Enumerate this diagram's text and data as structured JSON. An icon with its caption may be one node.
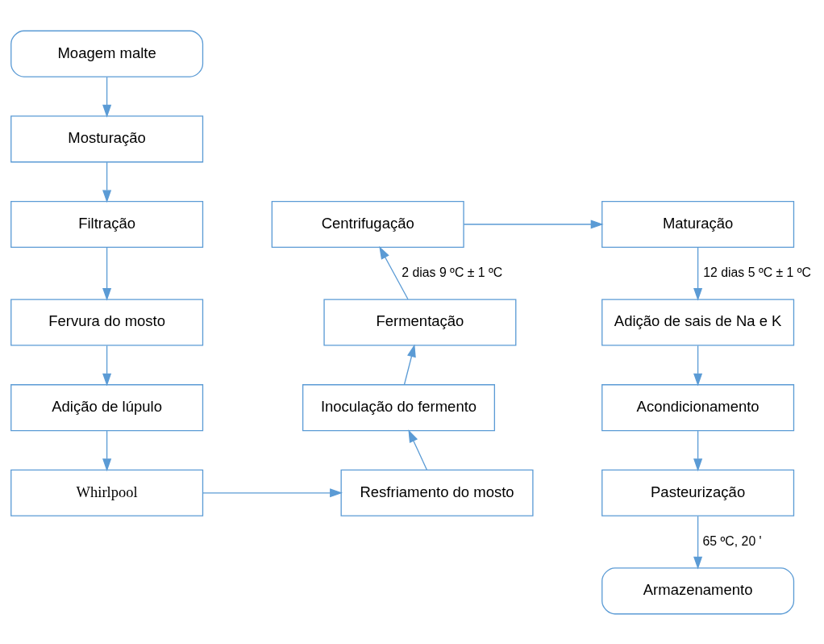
{
  "diagram": {
    "nodes": [
      {
        "text": [
          "Moagem malte"
        ]
      },
      {
        "text": [
          "Mosturação"
        ]
      },
      {
        "text": [
          "Filtração"
        ]
      },
      {
        "text": [
          "Fervura do mosto"
        ]
      },
      {
        "text": [
          "Adição de lúpulo"
        ]
      },
      {
        "text": [
          "Whirlpool"
        ]
      },
      {
        "text": [
          "Resfriamento do mosto"
        ]
      },
      {
        "text": [
          "Inoculação do fermento"
        ]
      },
      {
        "text": [
          "Fermentação"
        ]
      },
      {
        "text": [
          "Centrifugação"
        ]
      },
      {
        "text": [
          "Maturação"
        ]
      },
      {
        "text": [
          "Adição de sais de Na e K"
        ]
      },
      {
        "text": [
          "Acondicionamento"
        ]
      },
      {
        "text": [
          "Pasteurização"
        ]
      },
      {
        "text": [
          "Armazenamento"
        ]
      }
    ],
    "edges": [
      {
        "from": 0,
        "to": 1,
        "arrow": "to"
      },
      {
        "from": 1,
        "to": 2,
        "arrow": "to"
      },
      {
        "from": 2,
        "to": 3,
        "arrow": "to"
      },
      {
        "from": 3,
        "to": 4,
        "arrow": "to"
      },
      {
        "from": 4,
        "to": 5,
        "arrow": "to"
      },
      {
        "from": 5,
        "to": 6,
        "arrow": "to"
      },
      {
        "from": 6,
        "to": 7,
        "arrow": "to"
      },
      {
        "from": 7,
        "to": 8,
        "arrow": "to"
      },
      {
        "from": 8,
        "to": 9,
        "arrow": "to",
        "label": "2 dias 9 ºC ± 1 ºC"
      },
      {
        "from": 9,
        "to": 10,
        "arrow": "to"
      },
      {
        "from": 10,
        "to": 11,
        "arrow": "to",
        "label": "12 dias 5 ºC ± 1 ºC"
      },
      {
        "from": 11,
        "to": 12,
        "arrow": "to"
      },
      {
        "from": 12,
        "to": 13,
        "arrow": "to"
      },
      {
        "from": 13,
        "to": 14,
        "arrow": "to",
        "label": "65 ºC, 20 '"
      }
    ]
  }
}
